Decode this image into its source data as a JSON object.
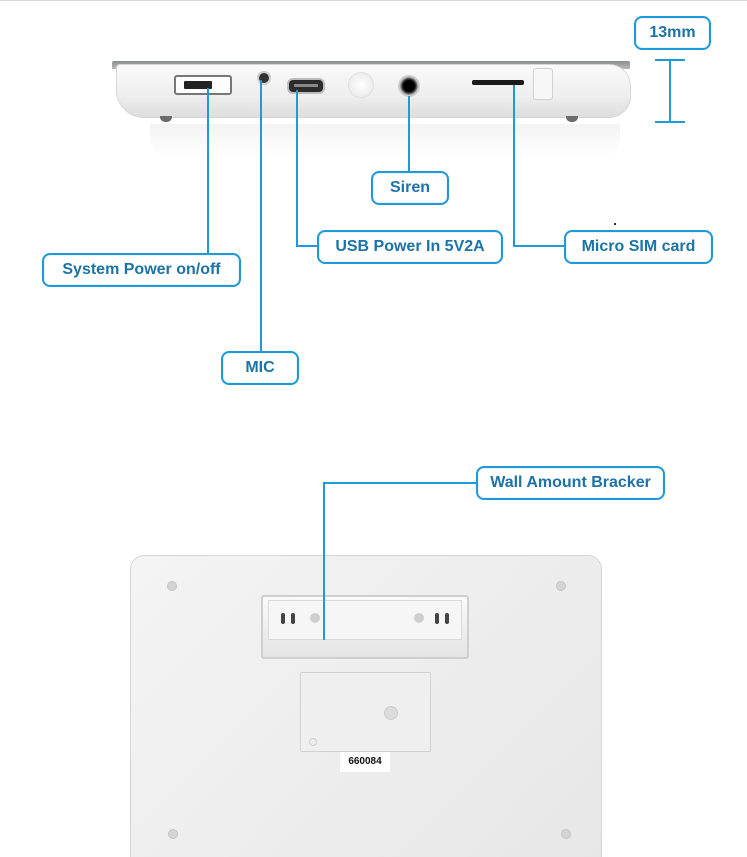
{
  "labels": {
    "thickness": "13mm",
    "siren": "Siren",
    "usb_power": "USB Power In 5V2A",
    "micro_sim": "Micro SIM card",
    "system_power": "System Power on/off",
    "mic": "MIC",
    "wall_mount": "Wall Amount Bracker"
  },
  "serial_number": "660084",
  "colors": {
    "accent": "#1f9ad6",
    "label_text": "#1b73a8"
  }
}
